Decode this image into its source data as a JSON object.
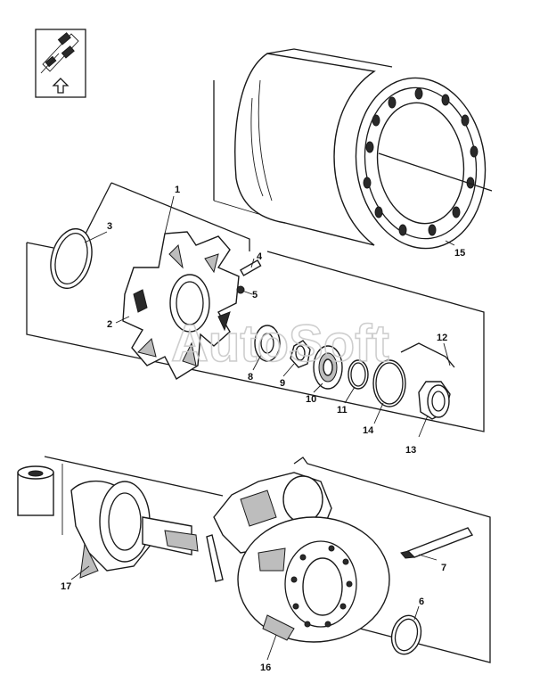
{
  "watermark": "AutoSoft",
  "labels": {
    "l1": "1",
    "l2": "2",
    "l3": "3",
    "l4": "4",
    "l5": "5",
    "l6": "6",
    "l7": "7",
    "l8": "8",
    "l9": "9",
    "l10": "10",
    "l11": "11",
    "l12": "12",
    "l13": "13",
    "l14": "14",
    "l15": "15",
    "l16": "16",
    "l17": "17"
  },
  "icons": {
    "orientation": "vehicle-orientation-icon",
    "arrow": "up-arrow-icon"
  }
}
